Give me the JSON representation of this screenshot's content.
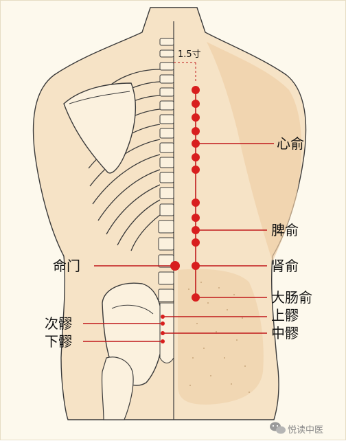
{
  "distance_label": "1.5寸",
  "labels": {
    "xinshu": "心俞",
    "pishu": "脾俞",
    "shenshu": "肾俞",
    "mingmen": "命门",
    "dachangshu": "大肠俞",
    "shangliao": "上髎",
    "ciliao": "次髎",
    "zhongliao": "中髎",
    "xialiao": "下髎"
  },
  "watermark": "悦读中医",
  "colors": {
    "skin": "#f6e3c6",
    "skin_shadow": "#efcfa7",
    "point": "#d81e1e",
    "leader": "#c0181a",
    "outline": "#3a3a3a"
  },
  "icon": "wechat-icon"
}
